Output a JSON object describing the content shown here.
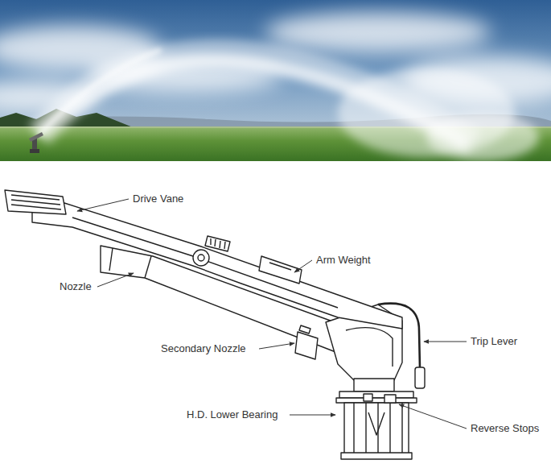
{
  "diagram": {
    "labels": [
      "Drive Vane",
      "Arm Weight",
      "Nozzle",
      "Trip Lever",
      "Secondary Nozzle",
      "H.D. Lower Bearing",
      "Reverse Stops"
    ]
  }
}
